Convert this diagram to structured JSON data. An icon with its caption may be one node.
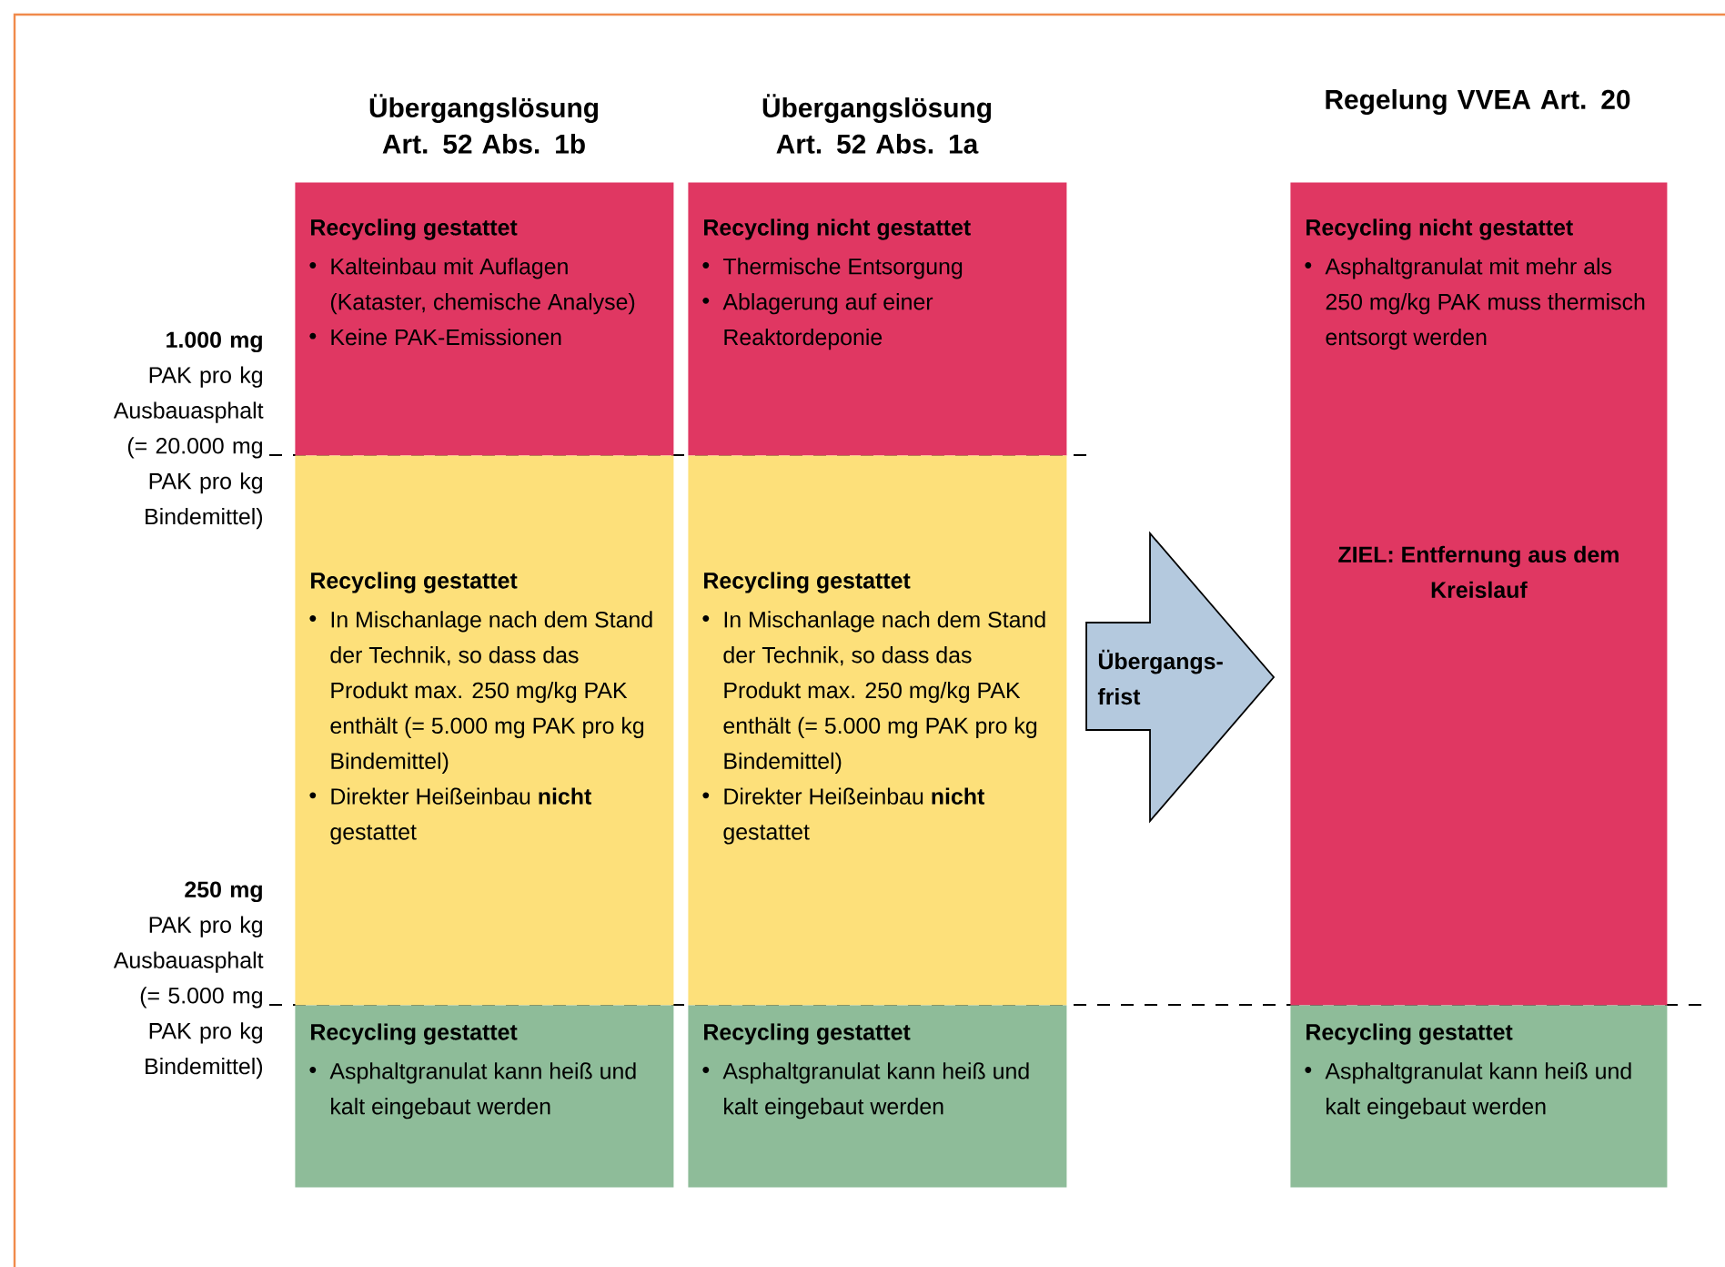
{
  "diagram": {
    "nodes": [
      {
        "text": [
          "Recycling gestattet",
          "Kalteinbau mit Auflagen (Kataster, chemische Analyse)",
          "Keine PAK-Emissionen"
        ]
      },
      {
        "text": [
          "Recycling **nicht** gestattet",
          "Thermische Entsorgung",
          "Ablagerung auf einer Reaktordeponie"
        ]
      },
      {
        "text": [
          "Recycling **nicht** gestattet",
          "Asphaltgranulat mit mehr als 250 mg/kg PAK muss thermisch entsorgt werden",
          "ZIEL: Entfernung aus dem Kreislauf"
        ]
      },
      {
        "text": [
          "Recycling gestattet",
          "In Mischanlage nach dem Stand der Technik, so dass das Produkt max. 250 mg/kg PAK enthält (= 5.000 mg PAK pro kg Bindemittel)",
          "Direkter Heißeinbau **nicht** gestattet"
        ]
      },
      {
        "text": [
          "Recycling gestattet",
          "In Mischanlage nach dem Stand der Technik, so dass das Produkt max. 250 mg/kg PAK enthält (= 5.000 mg PAK pro kg Bindemittel)",
          "Direkter Heißeinbau **nicht** gestattet"
        ]
      },
      {
        "text": [
          "Übergangs- frist"
        ]
      },
      {
        "text": [
          "Recycling gestattet",
          "Asphaltgranulat kann heiß und kalt eingebaut werden"
        ]
      },
      {
        "text": [
          "Recycling gestattet",
          "Asphaltgranulat kann heiß und kalt eingebaut werden"
        ]
      },
      {
        "text": [
          "Recycling gestattet",
          "Asphaltgranulat kann heiß und kalt eingebaut werden"
        ]
      }
    ],
    "labels": [
      "Übergangslösung Art. 52 Abs. 1b",
      "Übergangslösung Art. 52 Abs. 1a",
      "Regelung VVEA Art. 20",
      "**1.000 mg** PAK pro kg Ausbauasphalt (= 20.000 mg PAK pro kg Bindemittel)",
      "**250 mg** PAK pro kg Ausbauasphalt (= 5.000 mg PAK pro kg Bindemittel)"
    ]
  }
}
